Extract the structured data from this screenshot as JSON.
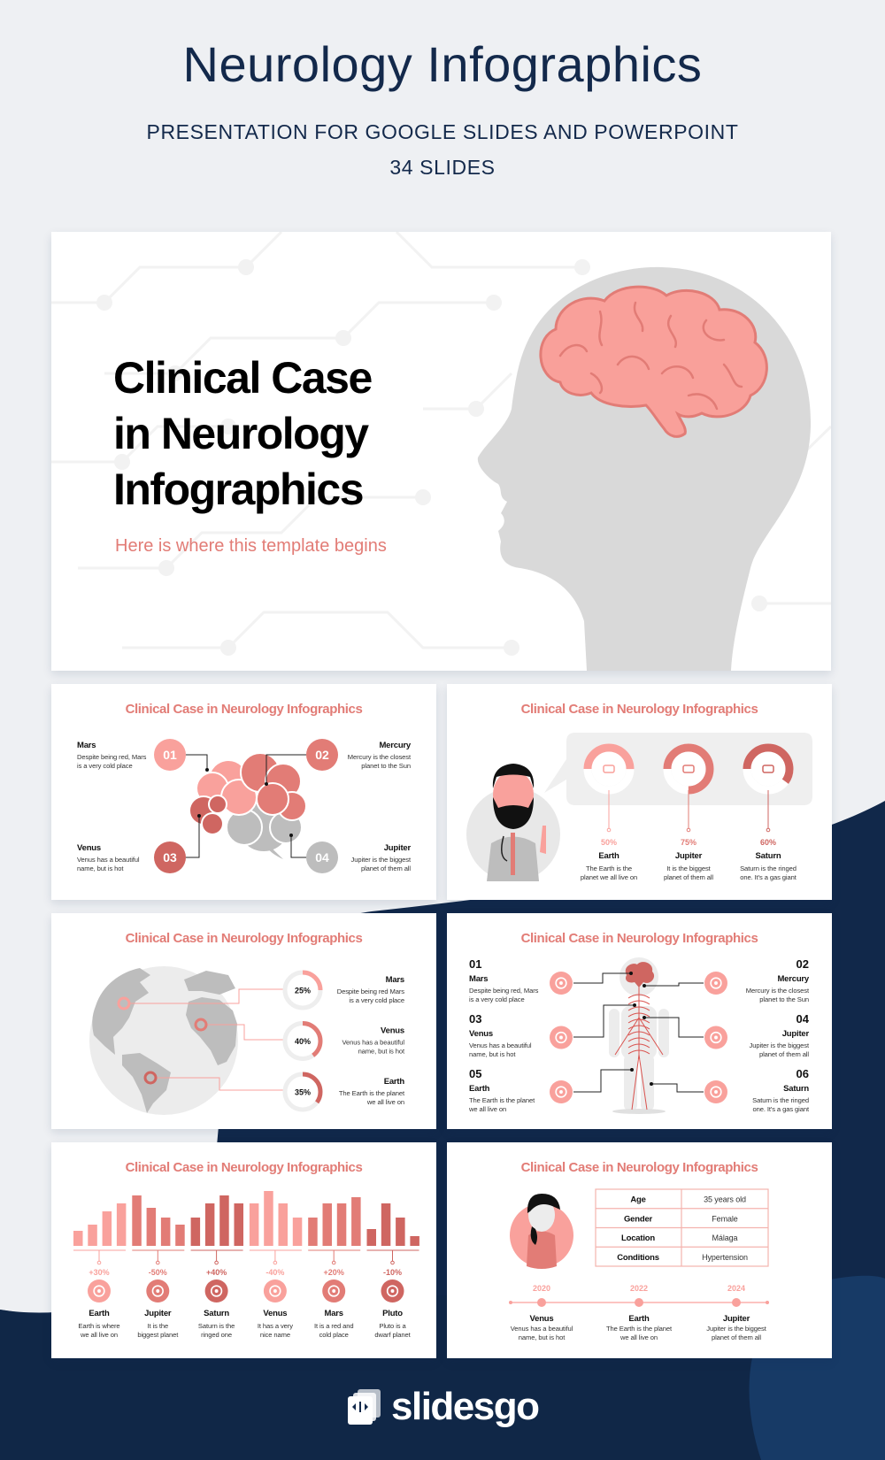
{
  "header": {
    "title": "Neurology Infographics",
    "subtitle": "PRESENTATION FOR GOOGLE SLIDES AND POWERPOINT",
    "slide_count": "34 SLIDES"
  },
  "colors": {
    "navy": "#13294b",
    "light": "#f9a19c",
    "mid": "#e27c76",
    "dark": "#cf6661",
    "gray": "#bdbdbd"
  },
  "cover": {
    "title_lines": [
      "Clinical Case",
      "in Neurology",
      "Infographics"
    ],
    "subtitle": "Here is where this template begins"
  },
  "slide_title": "Clinical Case in Neurology Infographics",
  "brain_slide": {
    "items": [
      {
        "num": "01",
        "name": "Mars",
        "desc": [
          "Despite being red, Mars",
          "is a very cold place"
        ]
      },
      {
        "num": "02",
        "name": "Mercury",
        "desc": [
          "Mercury is the closest",
          "planet to the Sun"
        ]
      },
      {
        "num": "03",
        "name": "Venus",
        "desc": [
          "Venus has a beautiful",
          "name, but is hot"
        ]
      },
      {
        "num": "04",
        "name": "Jupiter",
        "desc": [
          "Jupiter is the biggest",
          "planet of them all"
        ]
      }
    ]
  },
  "doctor_slide": {
    "items": [
      {
        "percent": "50%",
        "value": 50,
        "name": "Earth",
        "desc": [
          "The Earth is the",
          "planet we all live on"
        ],
        "icon": "dna-icon"
      },
      {
        "percent": "75%",
        "value": 75,
        "name": "Jupiter",
        "desc": [
          "It is the biggest",
          "planet of them all"
        ],
        "icon": "medicine-icon"
      },
      {
        "percent": "60%",
        "value": 60,
        "name": "Saturn",
        "desc": [
          "Saturn is the ringed",
          "one. It's a gas giant"
        ],
        "icon": "ambulance-icon"
      }
    ]
  },
  "globe_slide": {
    "items": [
      {
        "percent": "25%",
        "value": 25,
        "name": "Mars",
        "desc": [
          "Despite being red Mars",
          "is a very cold place"
        ]
      },
      {
        "percent": "40%",
        "value": 40,
        "name": "Venus",
        "desc": [
          "Venus has a beautiful",
          "name, but is hot"
        ]
      },
      {
        "percent": "35%",
        "value": 35,
        "name": "Earth",
        "desc": [
          "The Earth is the planet",
          "we all live on"
        ]
      }
    ]
  },
  "body_slide": {
    "items": [
      {
        "num": "01",
        "name": "Mars",
        "desc": [
          "Despite being red, Mars",
          "is a very cold place"
        ],
        "icon": "brain-icon"
      },
      {
        "num": "02",
        "name": "Mercury",
        "desc": [
          "Mercury is the closest",
          "planet to the Sun"
        ],
        "icon": "pills-icon"
      },
      {
        "num": "03",
        "name": "Venus",
        "desc": [
          "Venus has a beautiful",
          "name, but is hot"
        ],
        "icon": "stretcher-icon"
      },
      {
        "num": "04",
        "name": "Jupiter",
        "desc": [
          "Jupiter is the biggest",
          "planet of them all"
        ],
        "icon": "report-icon"
      },
      {
        "num": "05",
        "name": "Earth",
        "desc": [
          "The Earth is the planet",
          "we all live on"
        ],
        "icon": "syringe-icon"
      },
      {
        "num": "06",
        "name": "Saturn",
        "desc": [
          "Saturn is the ringed",
          "one. It's a gas giant"
        ],
        "icon": "microscope-icon"
      }
    ]
  },
  "bars_slide": {
    "groups": [
      {
        "change": "+30%",
        "name": "Earth",
        "desc": [
          "Earth is where",
          "we all live on"
        ],
        "bars": [
          17,
          24,
          39,
          48
        ],
        "icon": "eye-icon"
      },
      {
        "change": "-50%",
        "name": "Jupiter",
        "desc": [
          "It is the",
          "biggest planet"
        ],
        "bars": [
          57,
          43,
          32,
          24
        ],
        "icon": "tooth-icon"
      },
      {
        "change": "+40%",
        "name": "Saturn",
        "desc": [
          "Saturn is the",
          "ringed one"
        ],
        "bars": [
          32,
          48,
          57,
          48
        ],
        "icon": "bandage-icon"
      },
      {
        "change": "-40%",
        "name": "Venus",
        "desc": [
          "It has a very",
          "nice name"
        ],
        "bars": [
          48,
          62,
          48,
          32
        ],
        "icon": "lungs-icon"
      },
      {
        "change": "+20%",
        "name": "Mars",
        "desc": [
          "It is a red and",
          "cold place"
        ],
        "bars": [
          32,
          48,
          48,
          55
        ],
        "icon": "caduceus-icon"
      },
      {
        "change": "-10%",
        "name": "Pluto",
        "desc": [
          "Pluto is a",
          "dwarf planet"
        ],
        "bars": [
          19,
          48,
          32,
          11
        ],
        "icon": "dental-tools-icon"
      }
    ]
  },
  "patient_slide": {
    "table": [
      {
        "label": "Age",
        "value": "35 years old"
      },
      {
        "label": "Gender",
        "value": "Female"
      },
      {
        "label": "Location",
        "value": "Málaga"
      },
      {
        "label": "Conditions",
        "value": "Hypertension"
      }
    ],
    "timeline": [
      {
        "year": "2020",
        "name": "Venus",
        "desc": [
          "Venus has a beautiful",
          "name, but is hot"
        ]
      },
      {
        "year": "2022",
        "name": "Earth",
        "desc": [
          "The Earth is the planet",
          "we all live on"
        ]
      },
      {
        "year": "2024",
        "name": "Jupiter",
        "desc": [
          "Jupiter is the biggest",
          "planet of them all"
        ]
      }
    ]
  },
  "brand": {
    "name": "slidesgo"
  }
}
